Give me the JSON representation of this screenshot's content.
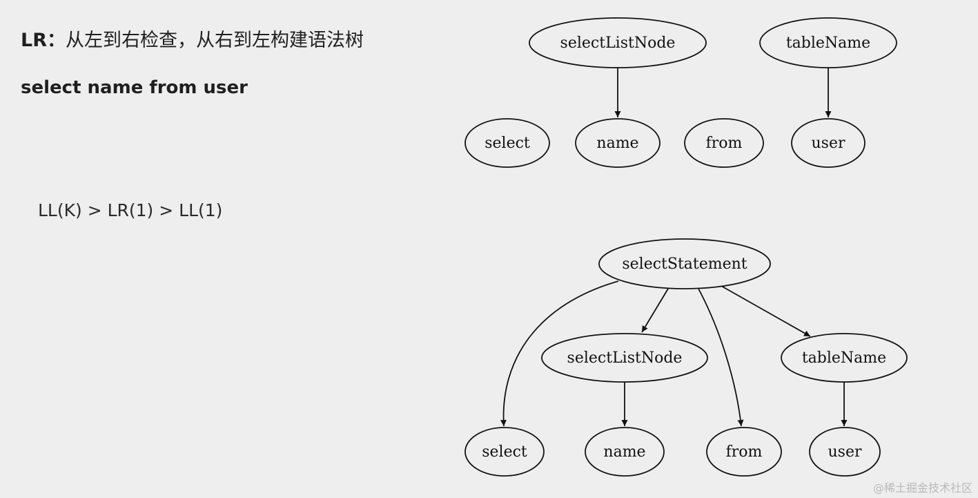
{
  "heading": {
    "prefix": "LR：",
    "text": "从左到右检查，从右到左构建语法树"
  },
  "query": "select name from user",
  "ordering": "LL(K) > LR(1) > LL(1)",
  "watermark": "@稀土掘金技术社区",
  "trees": {
    "partial": {
      "nodes": {
        "p_sln": "selectListNode",
        "p_tn": "tableName",
        "p_select": "select",
        "p_name": "name",
        "p_from": "from",
        "p_user": "user"
      },
      "edges": [
        [
          "p_sln",
          "p_name"
        ],
        [
          "p_tn",
          "p_user"
        ]
      ]
    },
    "full": {
      "nodes": {
        "f_ss": "selectStatement",
        "f_sln": "selectListNode",
        "f_tn": "tableName",
        "f_select": "select",
        "f_name": "name",
        "f_from": "from",
        "f_user": "user"
      },
      "edges": [
        [
          "f_ss",
          "f_select"
        ],
        [
          "f_ss",
          "f_sln"
        ],
        [
          "f_ss",
          "f_from"
        ],
        [
          "f_ss",
          "f_tn"
        ],
        [
          "f_sln",
          "f_name"
        ],
        [
          "f_tn",
          "f_user"
        ]
      ]
    }
  }
}
